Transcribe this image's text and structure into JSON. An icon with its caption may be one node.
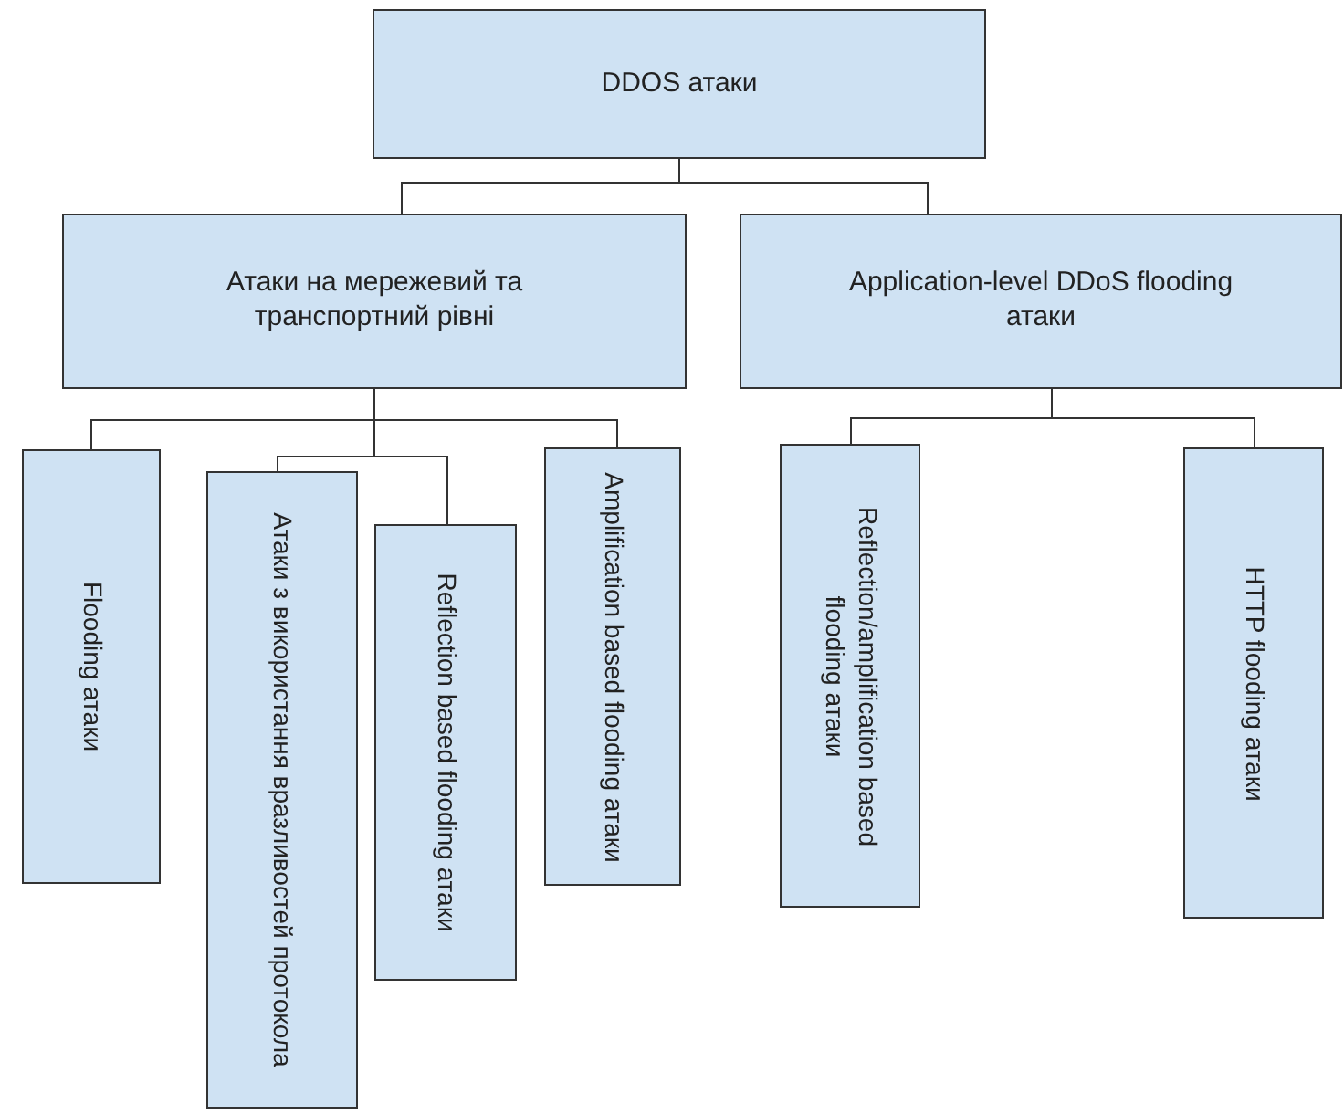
{
  "diagram": {
    "nodes": [
      {
        "text": [
          "DDOS  атаки"
        ]
      },
      {
        "text": [
          "Атаки на мережевий та транспортний рівні"
        ]
      },
      {
        "text": [
          "Application-level DDoS flooding атаки"
        ]
      },
      {
        "text": [
          "Flooding атаки"
        ]
      },
      {
        "text": [
          "Атаки з використання вразливостей протокола"
        ]
      },
      {
        "text": [
          "Reflection based flooding атаки"
        ]
      },
      {
        "text": [
          "Amplification based flooding атаки"
        ]
      },
      {
        "text": [
          "Reflection/amplification based flooding атаки"
        ]
      },
      {
        "text": [
          "HTTP flooding атаки"
        ]
      }
    ],
    "edges": [
      {
        "from": 0,
        "to": 1,
        "arrow": "none"
      },
      {
        "from": 0,
        "to": 2,
        "arrow": "none"
      },
      {
        "from": 1,
        "to": 3,
        "arrow": "none"
      },
      {
        "from": 1,
        "to": 4,
        "arrow": "none"
      },
      {
        "from": 1,
        "to": 5,
        "arrow": "none"
      },
      {
        "from": 1,
        "to": 6,
        "arrow": "none"
      },
      {
        "from": 2,
        "to": 7,
        "arrow": "none"
      },
      {
        "from": 2,
        "to": 8,
        "arrow": "none"
      }
    ]
  }
}
